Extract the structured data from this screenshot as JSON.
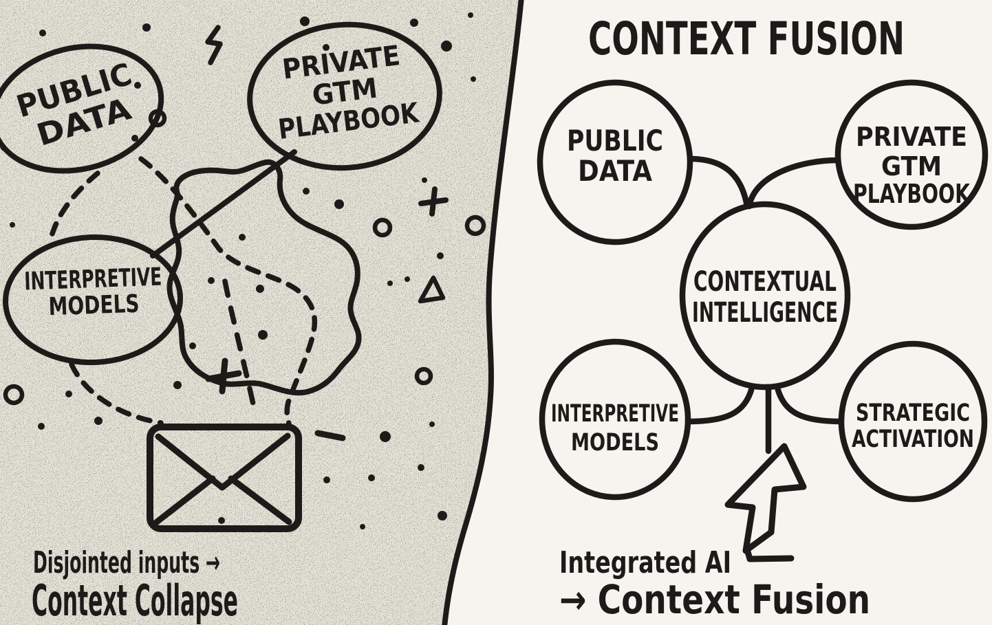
{
  "colors": {
    "ink": "#1c1b19",
    "paper_left": "#e8e5da",
    "paper_right": "#f6f4ee",
    "node_fill": "#fbfaf5"
  },
  "left_panel": {
    "description": "textured collage of disjointed inputs collapsing into an envelope",
    "bubbles": [
      {
        "key": "public-data",
        "lines": [
          "PUBLIC",
          "DATA"
        ]
      },
      {
        "key": "private-gtm-playbook",
        "lines": [
          "PRIVATE",
          "GTM",
          "PLAYBOOK"
        ]
      },
      {
        "key": "interpretive-models",
        "lines": [
          "INTERPRETIVE",
          "MODELS"
        ]
      }
    ],
    "icons": [
      "lightning-bolt-icon",
      "envelope-icon",
      "plus-mark",
      "triangle-mark",
      "ring-mark",
      "minus-mark"
    ],
    "caption": {
      "line1": "Disjointed inputs →",
      "line2": "Context Collapse"
    }
  },
  "right_panel": {
    "title": "CONTEXT FUSION",
    "center_node": {
      "key": "contextual-intelligence",
      "lines": [
        "CONTEXTUAL",
        "INTELLIGENCE"
      ]
    },
    "nodes": [
      {
        "key": "public-data",
        "lines": [
          "PUBLIC",
          "DATA"
        ]
      },
      {
        "key": "private-gtm-playbook",
        "lines": [
          "PRIVATE",
          "GTM",
          "PLAYBOOK"
        ]
      },
      {
        "key": "interpretive-models",
        "lines": [
          "INTERPRETIVE",
          "MODELS"
        ]
      },
      {
        "key": "strategic-activation",
        "lines": [
          "STRATEGIC",
          "ACTIVATION"
        ]
      }
    ],
    "icons": [
      "lightning-bolt-icon"
    ],
    "caption": {
      "line1": "Integrated AI",
      "line2": "→ Context Fusion"
    }
  }
}
